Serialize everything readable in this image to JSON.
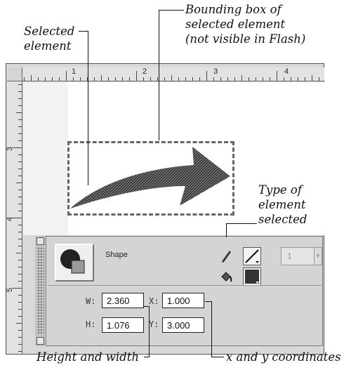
{
  "callouts": {
    "selected_element": [
      "Selected",
      "element"
    ],
    "bounding_box": [
      "Bounding box of",
      "selected element",
      "(not visible in Flash)"
    ],
    "type_of_element": [
      "Type of",
      "element",
      "selected"
    ],
    "height_width": "Height and width",
    "xy_coordinates": "x and y coordinates"
  },
  "rulers": {
    "horizontal": [
      "1",
      "2",
      "3",
      "4"
    ],
    "vertical": [
      "3",
      "4",
      "5"
    ]
  },
  "info_panel": {
    "shape_type": "Shape",
    "labels": {
      "w": "W:",
      "h": "H:",
      "x": "X:",
      "y": "Y:"
    },
    "values": {
      "w": "2.360",
      "h": "1.076",
      "x": "1.000",
      "y": "3.000"
    },
    "stroke_weight": "1",
    "icons": [
      "shape-thumbnail-icon",
      "pencil-icon",
      "paint-bucket-icon",
      "stroke-color-swatch",
      "fill-color-swatch"
    ],
    "colors": {
      "fill": "#333333",
      "stroke_swatch_bg": "#f4f4f4"
    }
  }
}
